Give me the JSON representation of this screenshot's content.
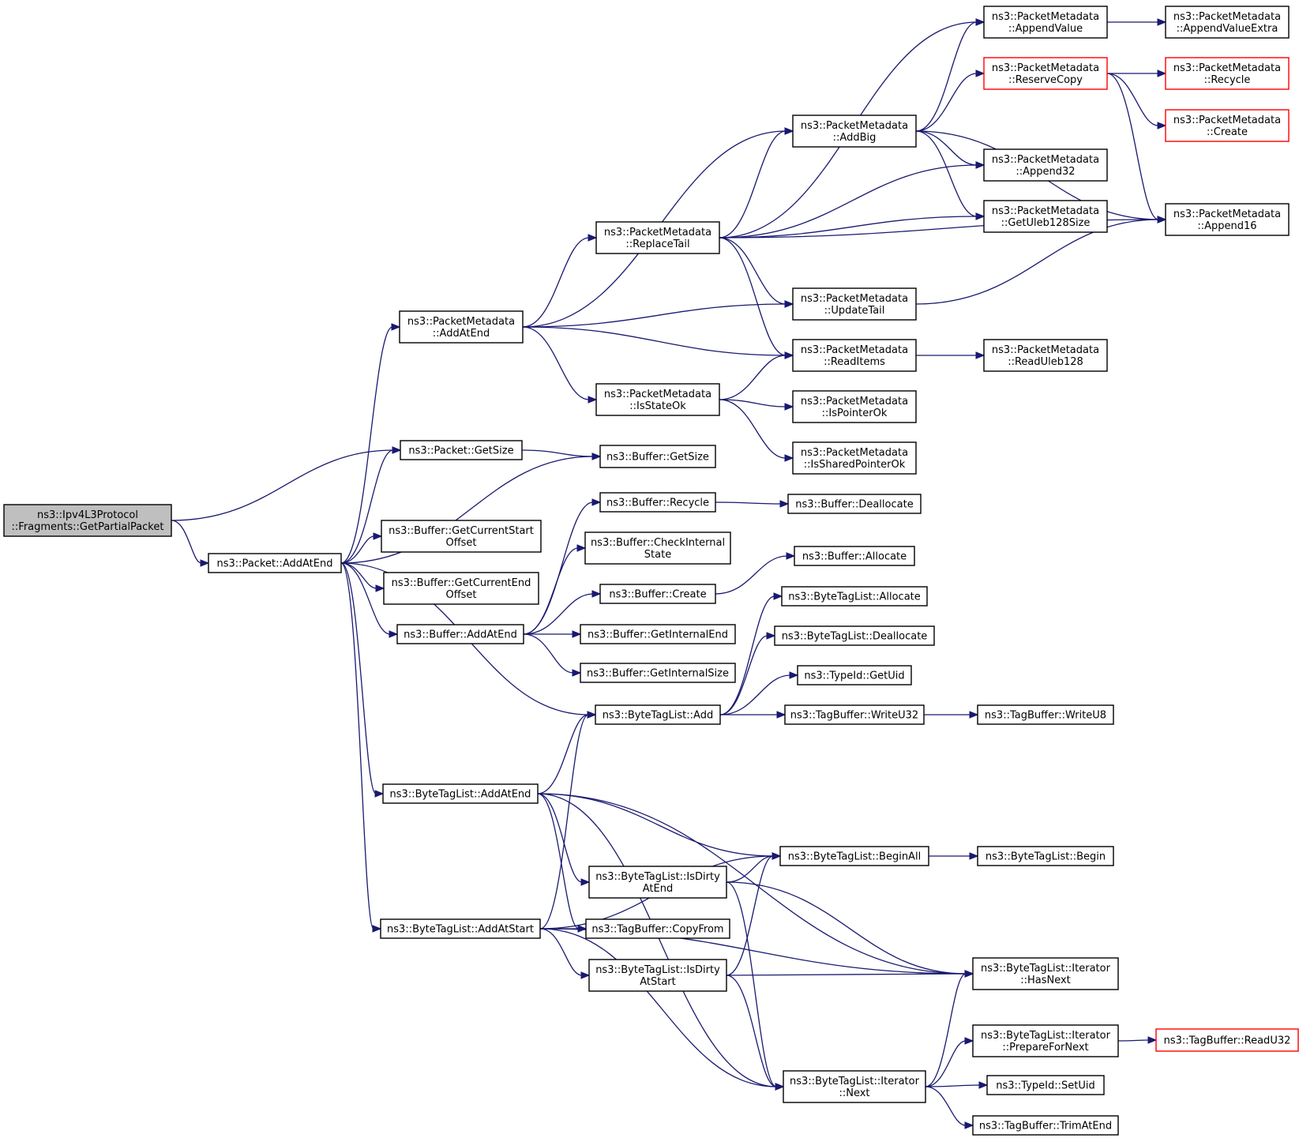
{
  "colors": {
    "edge": "#191970",
    "node_border": "#000000",
    "node_border_red": "#ff0000",
    "root_fill": "#bfbfbf"
  },
  "nodes": [
    {
      "id": "root",
      "lines": [
        "ns3::Ipv4L3Protocol",
        "::Fragments::GetPartialPacket"
      ],
      "style": "root"
    },
    {
      "id": "pkt_addatend",
      "lines": [
        "ns3::Packet::AddAtEnd"
      ]
    },
    {
      "id": "pm_addatend",
      "lines": [
        "ns3::PacketMetadata",
        "::AddAtEnd"
      ]
    },
    {
      "id": "pkt_getsize",
      "lines": [
        "ns3::Packet::GetSize"
      ]
    },
    {
      "id": "buf_getcurstart",
      "lines": [
        "ns3::Buffer::GetCurrentStart",
        "Offset"
      ]
    },
    {
      "id": "buf_getcurend",
      "lines": [
        "ns3::Buffer::GetCurrentEnd",
        "Offset"
      ]
    },
    {
      "id": "buf_addatend",
      "lines": [
        "ns3::Buffer::AddAtEnd"
      ]
    },
    {
      "id": "btl_addatend",
      "lines": [
        "ns3::ByteTagList::AddAtEnd"
      ]
    },
    {
      "id": "btl_addatstart",
      "lines": [
        "ns3::ByteTagList::AddAtStart"
      ]
    },
    {
      "id": "pm_replacetail",
      "lines": [
        "ns3::PacketMetadata",
        "::ReplaceTail"
      ]
    },
    {
      "id": "pm_isstateok",
      "lines": [
        "ns3::PacketMetadata",
        "::IsStateOk"
      ]
    },
    {
      "id": "buf_getsize",
      "lines": [
        "ns3::Buffer::GetSize"
      ]
    },
    {
      "id": "buf_recycle",
      "lines": [
        "ns3::Buffer::Recycle"
      ]
    },
    {
      "id": "buf_checkinternal",
      "lines": [
        "ns3::Buffer::CheckInternal",
        "State"
      ]
    },
    {
      "id": "buf_create",
      "lines": [
        "ns3::Buffer::Create"
      ]
    },
    {
      "id": "buf_getinternalend",
      "lines": [
        "ns3::Buffer::GetInternalEnd"
      ]
    },
    {
      "id": "buf_getinternalsize",
      "lines": [
        "ns3::Buffer::GetInternalSize"
      ]
    },
    {
      "id": "btl_add",
      "lines": [
        "ns3::ByteTagList::Add"
      ]
    },
    {
      "id": "btl_isdirtyatend",
      "lines": [
        "ns3::ByteTagList::IsDirty",
        "AtEnd"
      ]
    },
    {
      "id": "tb_copyfrom",
      "lines": [
        "ns3::TagBuffer::CopyFrom"
      ]
    },
    {
      "id": "btl_isdirtyatstart",
      "lines": [
        "ns3::ByteTagList::IsDirty",
        "AtStart"
      ]
    },
    {
      "id": "pm_addbig",
      "lines": [
        "ns3::PacketMetadata",
        "::AddBig"
      ]
    },
    {
      "id": "pm_updatetail",
      "lines": [
        "ns3::PacketMetadata",
        "::UpdateTail"
      ]
    },
    {
      "id": "pm_readitems",
      "lines": [
        "ns3::PacketMetadata",
        "::ReadItems"
      ]
    },
    {
      "id": "pm_ispointerok",
      "lines": [
        "ns3::PacketMetadata",
        "::IsPointerOk"
      ]
    },
    {
      "id": "pm_issharedpointerok",
      "lines": [
        "ns3::PacketMetadata",
        "::IsSharedPointerOk"
      ]
    },
    {
      "id": "buf_deallocate",
      "lines": [
        "ns3::Buffer::Deallocate"
      ]
    },
    {
      "id": "buf_allocate",
      "lines": [
        "ns3::Buffer::Allocate"
      ]
    },
    {
      "id": "btl_allocate",
      "lines": [
        "ns3::ByteTagList::Allocate"
      ]
    },
    {
      "id": "btl_deallocate",
      "lines": [
        "ns3::ByteTagList::Deallocate"
      ]
    },
    {
      "id": "typeid_getuid",
      "lines": [
        "ns3::TypeId::GetUid"
      ]
    },
    {
      "id": "tb_writeu32",
      "lines": [
        "ns3::TagBuffer::WriteU32"
      ]
    },
    {
      "id": "btl_beginall",
      "lines": [
        "ns3::ByteTagList::BeginAll"
      ]
    },
    {
      "id": "btl_it_next",
      "lines": [
        "ns3::ByteTagList::Iterator",
        "::Next"
      ]
    },
    {
      "id": "pm_appendvalue",
      "lines": [
        "ns3::PacketMetadata",
        "::AppendValue"
      ]
    },
    {
      "id": "pm_reservecopy",
      "lines": [
        "ns3::PacketMetadata",
        "::ReserveCopy"
      ],
      "style": "red"
    },
    {
      "id": "pm_append32",
      "lines": [
        "ns3::PacketMetadata",
        "::Append32"
      ]
    },
    {
      "id": "pm_getuleb128size",
      "lines": [
        "ns3::PacketMetadata",
        "::GetUleb128Size"
      ]
    },
    {
      "id": "pm_readuleb128",
      "lines": [
        "ns3::PacketMetadata",
        "::ReadUleb128"
      ]
    },
    {
      "id": "tb_writeu8",
      "lines": [
        "ns3::TagBuffer::WriteU8"
      ]
    },
    {
      "id": "btl_begin",
      "lines": [
        "ns3::ByteTagList::Begin"
      ]
    },
    {
      "id": "btl_it_hasnext",
      "lines": [
        "ns3::ByteTagList::Iterator",
        "::HasNext"
      ]
    },
    {
      "id": "btl_it_preparefornext",
      "lines": [
        "ns3::ByteTagList::Iterator",
        "::PrepareForNext"
      ]
    },
    {
      "id": "typeid_setuid",
      "lines": [
        "ns3::TypeId::SetUid"
      ]
    },
    {
      "id": "tb_trimatend",
      "lines": [
        "ns3::TagBuffer::TrimAtEnd"
      ]
    },
    {
      "id": "pm_appendvalueextra",
      "lines": [
        "ns3::PacketMetadata",
        "::AppendValueExtra"
      ]
    },
    {
      "id": "pm_recycle",
      "lines": [
        "ns3::PacketMetadata",
        "::Recycle"
      ],
      "style": "red"
    },
    {
      "id": "pm_create",
      "lines": [
        "ns3::PacketMetadata",
        "::Create"
      ],
      "style": "red"
    },
    {
      "id": "pm_append16",
      "lines": [
        "ns3::PacketMetadata",
        "::Append16"
      ]
    },
    {
      "id": "tb_readu32",
      "lines": [
        "ns3::TagBuffer::ReadU32"
      ],
      "style": "red"
    }
  ],
  "edges": [
    [
      "root",
      "pkt_addatend"
    ],
    [
      "root",
      "pkt_getsize"
    ],
    [
      "pkt_addatend",
      "pm_addatend"
    ],
    [
      "pkt_addatend",
      "pkt_getsize"
    ],
    [
      "pkt_addatend",
      "buf_getsize"
    ],
    [
      "pkt_addatend",
      "buf_getcurstart"
    ],
    [
      "pkt_addatend",
      "buf_getcurend"
    ],
    [
      "pkt_addatend",
      "buf_addatend"
    ],
    [
      "pkt_addatend",
      "btl_add"
    ],
    [
      "pkt_addatend",
      "btl_addatend"
    ],
    [
      "pkt_addatend",
      "btl_addatstart"
    ],
    [
      "pm_addatend",
      "pm_addbig"
    ],
    [
      "pm_addatend",
      "pm_replacetail"
    ],
    [
      "pm_addatend",
      "pm_updatetail"
    ],
    [
      "pm_addatend",
      "pm_readitems"
    ],
    [
      "pm_addatend",
      "pm_isstateok"
    ],
    [
      "pkt_getsize",
      "buf_getsize"
    ],
    [
      "buf_addatend",
      "buf_recycle"
    ],
    [
      "buf_addatend",
      "buf_checkinternal"
    ],
    [
      "buf_addatend",
      "buf_create"
    ],
    [
      "buf_addatend",
      "buf_getinternalend"
    ],
    [
      "buf_addatend",
      "buf_getinternalsize"
    ],
    [
      "btl_addatend",
      "btl_add"
    ],
    [
      "btl_addatend",
      "btl_it_hasnext"
    ],
    [
      "btl_addatend",
      "btl_beginall"
    ],
    [
      "btl_addatend",
      "btl_isdirtyatend"
    ],
    [
      "btl_addatend",
      "tb_copyfrom"
    ],
    [
      "btl_addatend",
      "btl_it_next"
    ],
    [
      "btl_addatstart",
      "btl_add"
    ],
    [
      "btl_addatstart",
      "btl_beginall"
    ],
    [
      "btl_addatstart",
      "tb_copyfrom"
    ],
    [
      "btl_addatstart",
      "btl_isdirtyatstart"
    ],
    [
      "btl_addatstart",
      "btl_it_hasnext"
    ],
    [
      "btl_addatstart",
      "btl_it_next"
    ],
    [
      "pm_replacetail",
      "pm_appendvalue"
    ],
    [
      "pm_replacetail",
      "pm_addbig"
    ],
    [
      "pm_replacetail",
      "pm_append32"
    ],
    [
      "pm_replacetail",
      "pm_getuleb128size"
    ],
    [
      "pm_replacetail",
      "pm_append16"
    ],
    [
      "pm_replacetail",
      "pm_updatetail"
    ],
    [
      "pm_replacetail",
      "pm_readitems"
    ],
    [
      "pm_isstateok",
      "pm_readitems"
    ],
    [
      "pm_isstateok",
      "pm_ispointerok"
    ],
    [
      "pm_isstateok",
      "pm_issharedpointerok"
    ],
    [
      "buf_recycle",
      "buf_deallocate"
    ],
    [
      "buf_create",
      "buf_allocate"
    ],
    [
      "btl_add",
      "btl_allocate"
    ],
    [
      "btl_add",
      "btl_deallocate"
    ],
    [
      "btl_add",
      "typeid_getuid"
    ],
    [
      "btl_add",
      "tb_writeu32"
    ],
    [
      "btl_isdirtyatend",
      "btl_beginall"
    ],
    [
      "btl_isdirtyatend",
      "btl_it_hasnext"
    ],
    [
      "btl_isdirtyatend",
      "btl_it_next"
    ],
    [
      "btl_isdirtyatstart",
      "btl_beginall"
    ],
    [
      "btl_isdirtyatstart",
      "btl_it_hasnext"
    ],
    [
      "btl_isdirtyatstart",
      "btl_it_next"
    ],
    [
      "pm_addbig",
      "pm_appendvalue"
    ],
    [
      "pm_addbig",
      "pm_reservecopy"
    ],
    [
      "pm_addbig",
      "pm_append32"
    ],
    [
      "pm_addbig",
      "pm_getuleb128size"
    ],
    [
      "pm_addbig",
      "pm_append16"
    ],
    [
      "pm_updatetail",
      "pm_append16"
    ],
    [
      "pm_readitems",
      "pm_readuleb128"
    ],
    [
      "tb_writeu32",
      "tb_writeu8"
    ],
    [
      "btl_beginall",
      "btl_begin"
    ],
    [
      "btl_it_next",
      "btl_it_hasnext"
    ],
    [
      "btl_it_next",
      "btl_it_preparefornext"
    ],
    [
      "btl_it_next",
      "typeid_setuid"
    ],
    [
      "btl_it_next",
      "tb_trimatend"
    ],
    [
      "pm_appendvalue",
      "pm_appendvalueextra"
    ],
    [
      "pm_reservecopy",
      "pm_recycle"
    ],
    [
      "pm_reservecopy",
      "pm_create"
    ],
    [
      "pm_reservecopy",
      "pm_append16"
    ],
    [
      "btl_it_preparefornext",
      "tb_readu32"
    ]
  ]
}
